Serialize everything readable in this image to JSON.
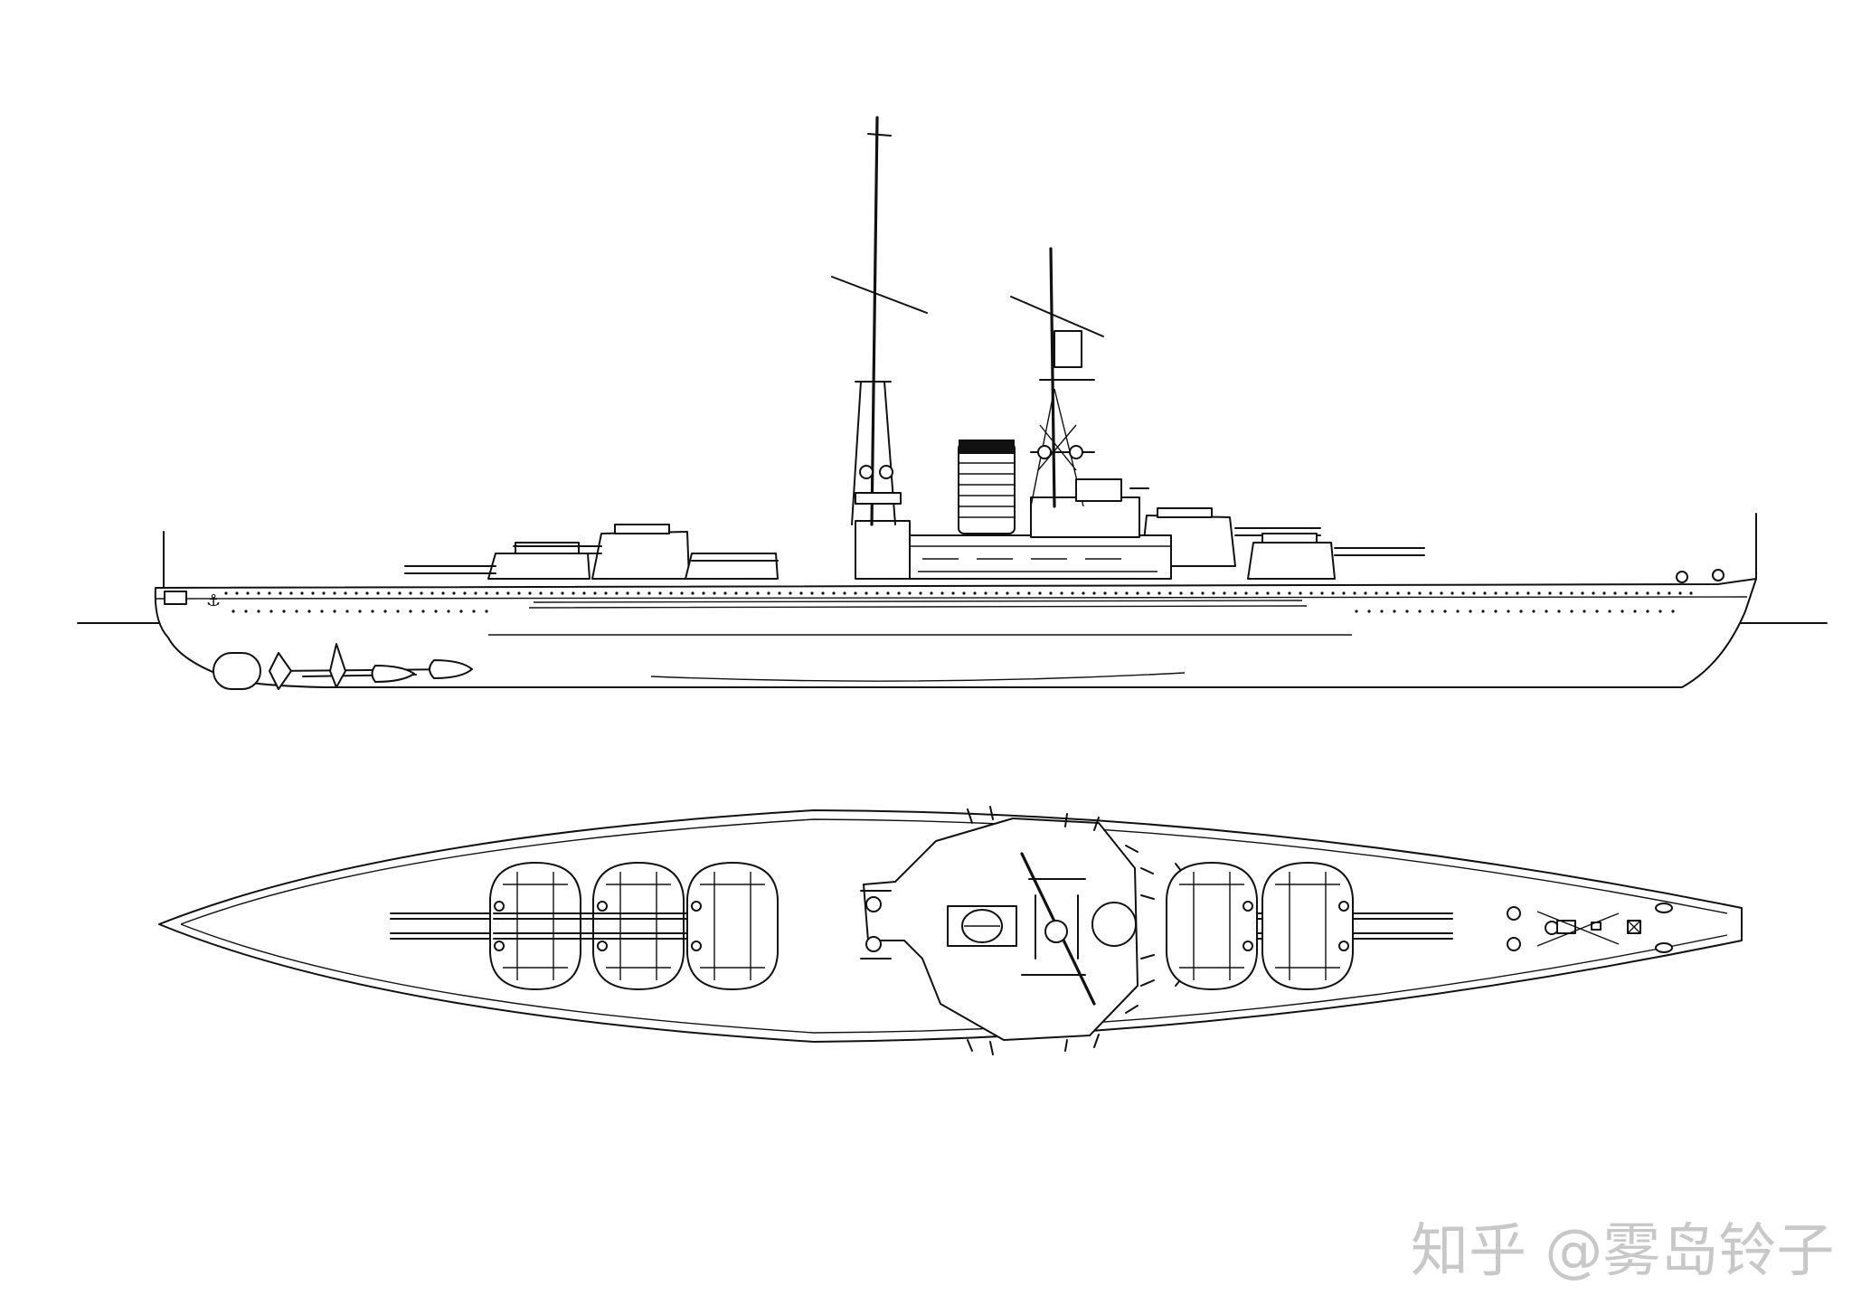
{
  "watermark": {
    "text": "知乎 @雾岛铃子",
    "color": "#c8c8c8"
  },
  "drawing": {
    "line_color": "#111111",
    "background": "#ffffff",
    "views": [
      "side-profile",
      "top-plan"
    ],
    "main_turrets": 5,
    "masts": 2,
    "funnels": 1
  }
}
